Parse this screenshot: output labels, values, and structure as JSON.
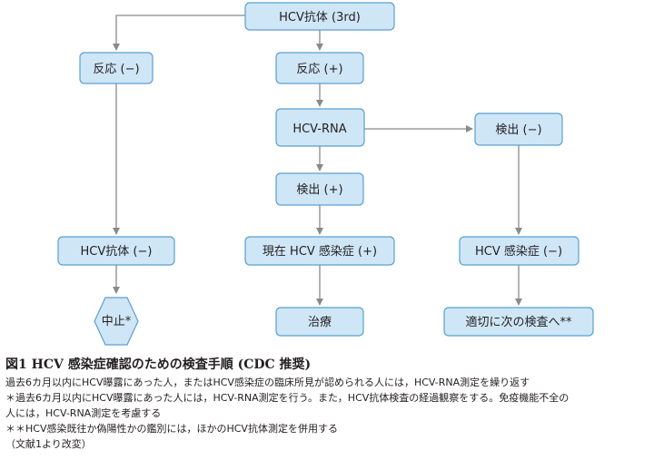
{
  "diagram": {
    "nodes": [
      {
        "id": "hcv-ab-3rd",
        "label": "HCV抗体 (3rd)",
        "shape": "rect"
      },
      {
        "id": "react-neg",
        "label": "反応 (−)",
        "shape": "rect"
      },
      {
        "id": "react-pos",
        "label": "反応 (+)",
        "shape": "rect"
      },
      {
        "id": "hcv-rna",
        "label": "HCV-RNA",
        "shape": "rect"
      },
      {
        "id": "detect-pos",
        "label": "検出 (+)",
        "shape": "rect"
      },
      {
        "id": "detect-neg",
        "label": "検出 (−)",
        "shape": "rect"
      },
      {
        "id": "hcv-ab-neg",
        "label": "HCV抗体 (−)",
        "shape": "rect"
      },
      {
        "id": "current-infection",
        "label": "現在 HCV 感染症 (+)",
        "shape": "rect"
      },
      {
        "id": "hcv-infection-neg",
        "label": "HCV 感染症 (−)",
        "shape": "rect"
      },
      {
        "id": "stop",
        "label": "中止*",
        "shape": "hexagon"
      },
      {
        "id": "treatment",
        "label": "治療",
        "shape": "rect"
      },
      {
        "id": "next-test",
        "label": "適切に次の検査へ**",
        "shape": "rect"
      }
    ],
    "edges": [
      {
        "from": "hcv-ab-3rd",
        "to": "react-neg"
      },
      {
        "from": "hcv-ab-3rd",
        "to": "react-pos"
      },
      {
        "from": "react-neg",
        "to": "hcv-ab-neg"
      },
      {
        "from": "react-pos",
        "to": "hcv-rna"
      },
      {
        "from": "hcv-rna",
        "to": "detect-pos"
      },
      {
        "from": "hcv-rna",
        "to": "detect-neg"
      },
      {
        "from": "detect-pos",
        "to": "current-infection"
      },
      {
        "from": "detect-neg",
        "to": "hcv-infection-neg"
      },
      {
        "from": "hcv-ab-neg",
        "to": "stop"
      },
      {
        "from": "current-infection",
        "to": "treatment"
      },
      {
        "from": "hcv-infection-neg",
        "to": "next-test"
      }
    ]
  },
  "caption": {
    "title": "図1 HCV 感染症確認のための検査手順 (CDC 推奨)",
    "lines": [
      "過去6カ月以内にHCV曝露にあった人，またはHCV感染症の臨床所見が認められる人には，HCV-RNA測定を繰り返す",
      "＊過去6カ月以内にHCV曝露にあった人には，HCV-RNA測定を行う。また，HCV抗体検査の経過観察をする。免疫機能不全の",
      "人には，HCV-RNA測定を考慮する",
      "＊＊HCV感染既往か偽陽性かの鑑別には，ほかのHCV抗体測定を併用する",
      "（文献1より改変）"
    ]
  },
  "colors": {
    "node_fill": "#cfe6f6",
    "node_stroke": "#5aa0cf",
    "edge": "#8a8a8a"
  }
}
